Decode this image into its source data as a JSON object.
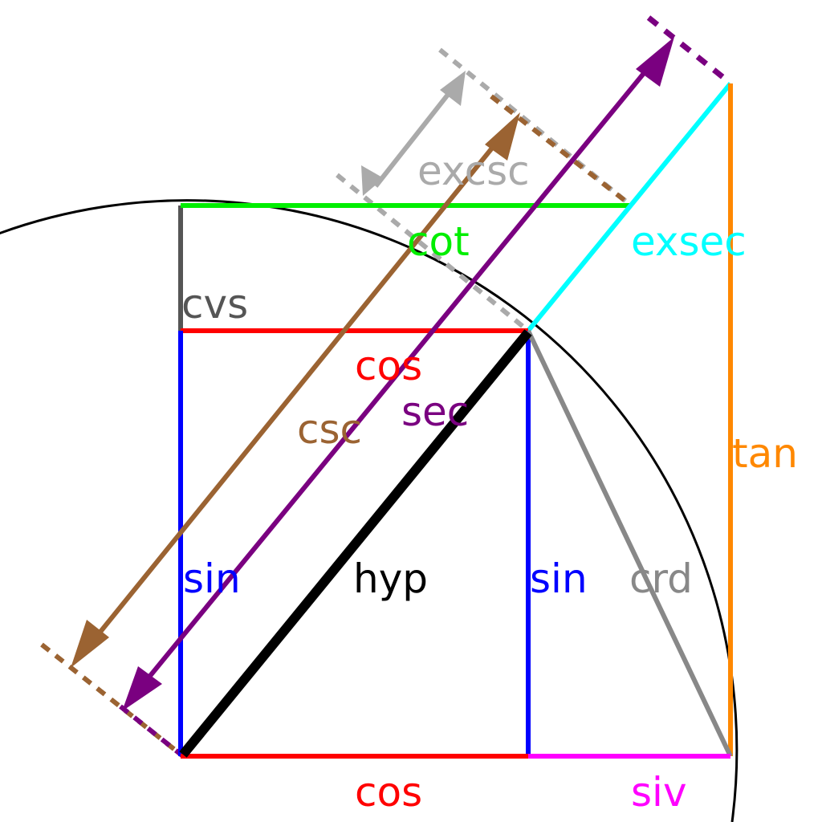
{
  "labels": {
    "excsc": "excsc",
    "cot": "cot",
    "exsec": "exsec",
    "cvs": "cvs",
    "cos_top": "cos",
    "sec": "sec",
    "csc": "csc",
    "tan": "tan",
    "sin_left": "sin",
    "hyp": "hyp",
    "sin_right": "sin",
    "crd": "crd",
    "cos_bottom": "cos",
    "siv": "siv"
  },
  "colors": {
    "sin": "#0000ff",
    "cos": "#ff0000",
    "tan": "#ff8800",
    "cot": "#00ee00",
    "sec": "#7a0080",
    "csc": "#9b6332",
    "exsec": "#00ffff",
    "excsc": "#aaaaaa",
    "cvs": "#555555",
    "crd": "#888888",
    "siv": "#ff00ff",
    "hyp": "#000000",
    "circle": "#000000"
  }
}
